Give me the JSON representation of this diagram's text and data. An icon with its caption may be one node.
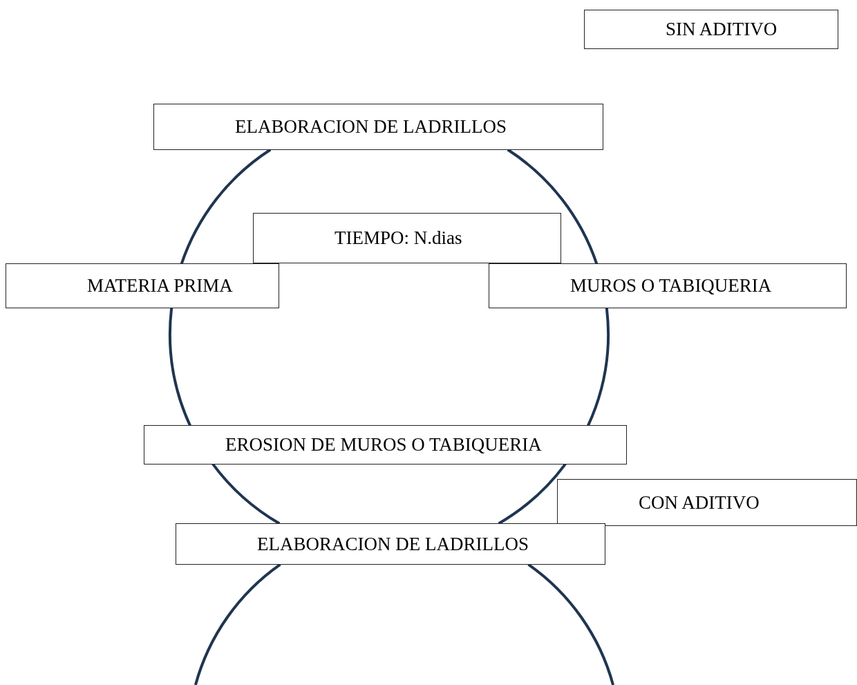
{
  "diagram": {
    "nodes": [
      {
        "text": [
          "SIN ADITIVO"
        ]
      },
      {
        "text": [
          "ELABORACION DE LADRILLOS"
        ]
      },
      {
        "text": [
          "TIEMPO: N.dias"
        ]
      },
      {
        "text": [
          "MATERIA PRIMA"
        ]
      },
      {
        "text": [
          "MUROS O TABIQUERIA"
        ]
      },
      {
        "text": [
          "EROSION DE MUROS O TABIQUERIA"
        ]
      },
      {
        "text": [
          "CON ADITIVO"
        ]
      },
      {
        "text": [
          "ELABORACION DE LADRILLOS"
        ]
      }
    ],
    "edges": [
      {
        "from": 1,
        "to": 4,
        "arrow": "none"
      },
      {
        "from": 4,
        "to": 5,
        "arrow": "none"
      },
      {
        "from": 5,
        "to": 3,
        "arrow": "none"
      },
      {
        "from": 3,
        "to": 1,
        "arrow": "none"
      },
      {
        "from": 5,
        "to": 7,
        "arrow": "none"
      },
      {
        "from": 5,
        "to": 7,
        "arrow": "none"
      },
      {
        "from": 7,
        "to": null,
        "arrow": "none"
      },
      {
        "from": 7,
        "to": null,
        "arrow": "none"
      }
    ]
  }
}
